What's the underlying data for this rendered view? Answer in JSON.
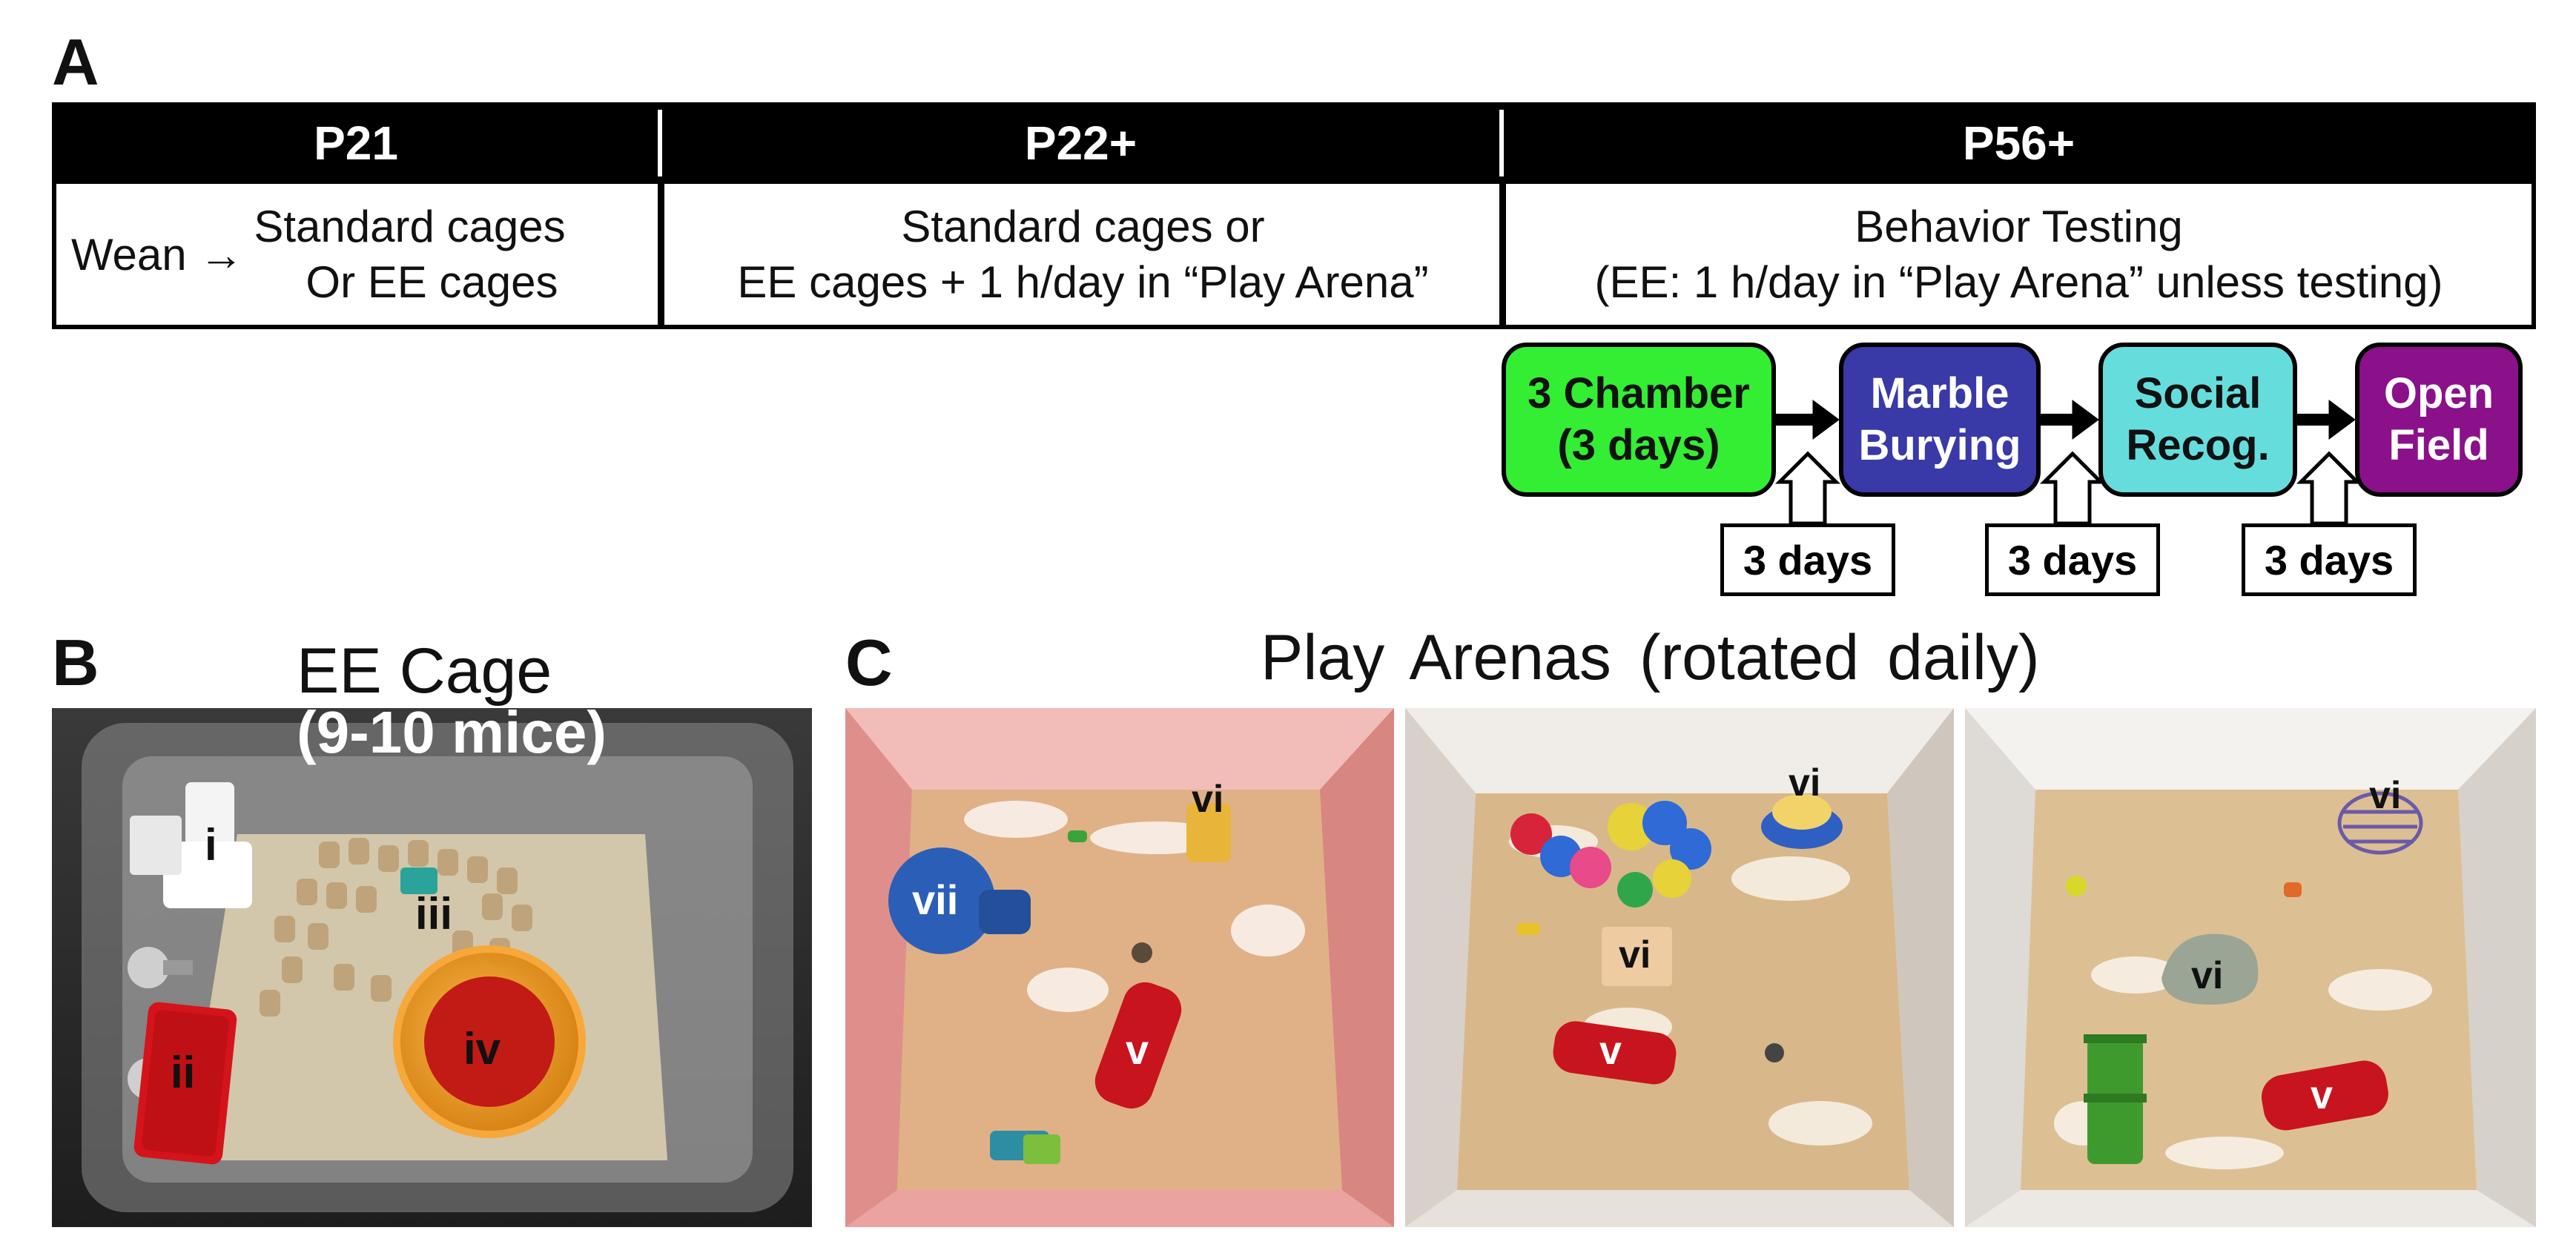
{
  "panels": {
    "a": "A",
    "b": "B",
    "c": "C"
  },
  "timeline": {
    "headers": [
      "P21",
      "P22+",
      "P56+"
    ],
    "col1": {
      "lead": "Wean →",
      "lines": [
        "Standard cages",
        "Or EE cages"
      ]
    },
    "col2": {
      "lines": [
        "Standard cages or",
        "EE cages + 1 h/day in “Play Arena”"
      ]
    },
    "col3": {
      "lines": [
        "Behavior Testing",
        "(EE: 1 h/day in “Play Arena” unless testing)"
      ]
    }
  },
  "behavior_tests": [
    {
      "lines": [
        "3 Chamber",
        "(3 days)"
      ],
      "fill": "#33ee33",
      "text_color": "#111111"
    },
    {
      "lines": [
        "Marble",
        "Burying"
      ],
      "fill": "#3939a8",
      "text_color": "#ffffff"
    },
    {
      "lines": [
        "Social",
        "Recog."
      ],
      "fill": "#66dddd",
      "text_color": "#111111"
    },
    {
      "lines": [
        "Open",
        "Field"
      ],
      "fill": "#8a118a",
      "text_color": "#ffffff"
    }
  ],
  "intervals": [
    "3 days",
    "3 days",
    "3 days"
  ],
  "ee_cage": {
    "title": "EE Cage",
    "subtitle": "(9-10 mice)",
    "labels": {
      "i": "i",
      "ii": "ii",
      "iii": "iii",
      "iv": "iv"
    }
  },
  "play_arenas": {
    "title": "Play Arenas (rotated daily)",
    "arena1_labels": [
      "vi",
      "vii",
      "v"
    ],
    "arena2_labels": [
      "vi",
      "vi",
      "v"
    ],
    "arena3_labels": [
      "vi",
      "vi",
      "v"
    ]
  }
}
